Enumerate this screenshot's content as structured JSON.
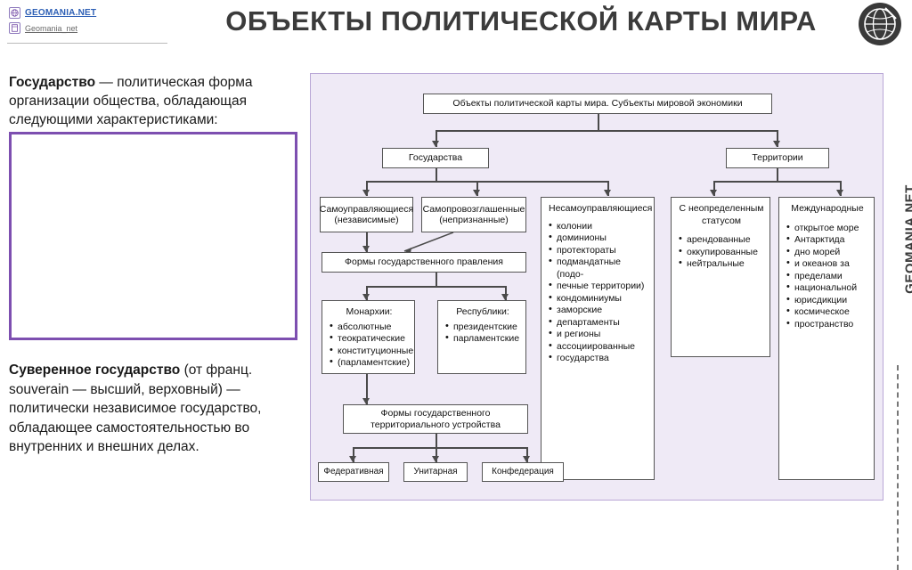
{
  "header": {
    "title": "ОБЪЕКТЫ ПОЛИТИЧЕСКОЙ КАРТЫ МИРА",
    "brand_name": "GEOMANIA.NET",
    "brand_sub": "Geomania_net",
    "globe_icon": "globe-icon"
  },
  "rail": {
    "watermark": "GEOMANIA.NET"
  },
  "left": {
    "para1_lead": "Государство",
    "para1_rest": " — политическая форма организации общества, обладающая следующими характеристиками:",
    "para2_lead": "Суверенное государство",
    "para2_rest": " (от франц. souverain — высший, верховный) — политически независимое государство, обладающее самостоятельностью во внутренних и внешних делах."
  },
  "diagram": {
    "root": "Объекты политической карты мира. Субъекты мировой экономики",
    "states": "Государства",
    "territories": "Территории",
    "self_gov": "Самоуправляющиеся\n(независимые)",
    "self_proclaimed": "Самопровозглашенные\n(непризнанные)",
    "non_self_gov": "Несамоуправляющиеся",
    "undefined_status": "С неопределенным\nстатусом",
    "international": "Международные",
    "non_self_gov_items": [
      "колонии",
      "доминионы",
      "протектораты",
      "подмандатные (подо-",
      "печные территории)",
      "кондоминиумы",
      "заморские",
      "департаменты",
      "и регионы",
      "ассоциированные",
      "государства"
    ],
    "undefined_items": [
      "арендованные",
      "оккупированные",
      "нейтральные"
    ],
    "international_items": [
      "открытое море",
      "Антарктида",
      "дно морей",
      "и океанов за",
      "пределами",
      "национальной",
      "юрисдикции",
      "космическое",
      "пространство"
    ],
    "gov_forms": "Формы государственного правления",
    "monarchies_title": "Монархии:",
    "monarchies_items": [
      "абсолютные",
      "теократические",
      "конституционные",
      "(парламентские)"
    ],
    "republics_title": "Республики:",
    "republics_items": [
      "президентские",
      "парламентские"
    ],
    "territorial_forms": "Формы государственного\nтерриториального устройства",
    "federal": "Федеративная",
    "unitary": "Унитарная",
    "confederation": "Конфедерация"
  }
}
